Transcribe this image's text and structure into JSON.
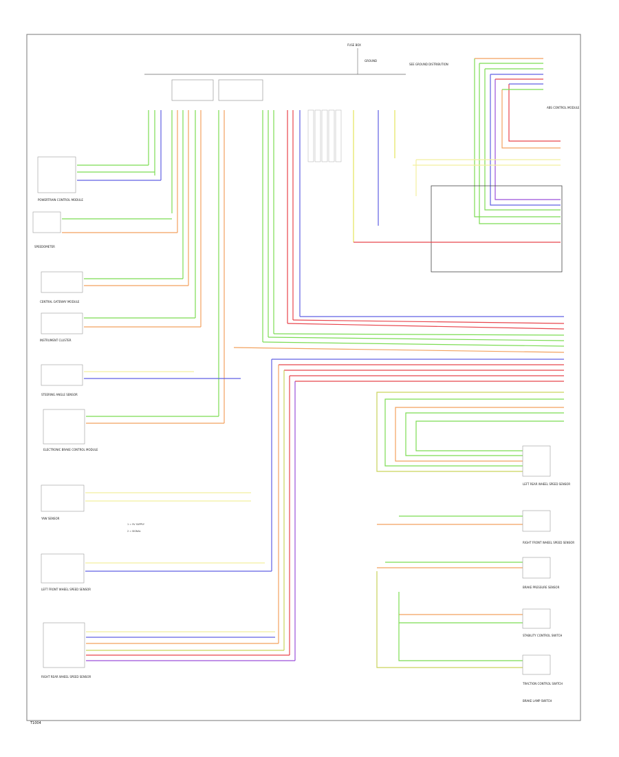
{
  "diagram": {
    "footer_label": "T1004",
    "components": [
      {
        "id": "comp-top-left",
        "label": "POWERTRAIN CONTROL MODULE"
      },
      {
        "id": "comp-2",
        "label": "SPEEDOMETER"
      },
      {
        "id": "comp-3",
        "label": "CENTRAL GATEWAY MODULE"
      },
      {
        "id": "comp-4",
        "label": "INSTRUMENT CLUSTER"
      },
      {
        "id": "comp-5",
        "label": "STEERING ANGLE SENSOR"
      },
      {
        "id": "comp-6",
        "label": "ELECTRONIC BRAKE CONTROL MODULE"
      },
      {
        "id": "comp-7",
        "label": "YAW SENSOR"
      },
      {
        "id": "comp-8",
        "label": "LEFT FRONT WHEEL SPEED SENSOR"
      },
      {
        "id": "comp-9",
        "label": "RIGHT REAR WHEEL SPEED SENSOR"
      },
      {
        "id": "comp-r1",
        "label": "ABS CONTROL MODULE"
      },
      {
        "id": "comp-r2",
        "label": "LEFT REAR WHEEL SPEED SENSOR"
      },
      {
        "id": "comp-r3",
        "label": "RIGHT FRONT WHEEL SPEED SENSOR"
      },
      {
        "id": "comp-r4",
        "label": "BRAKE PRESSURE SENSOR"
      },
      {
        "id": "comp-r5",
        "label": "STABILITY CONTROL SWITCH"
      },
      {
        "id": "comp-r6",
        "label": "TRACTION CONTROL SWITCH"
      },
      {
        "id": "comp-r7",
        "label": "BRAKE LAMP SWITCH"
      }
    ],
    "top_labels": {
      "header": "FUSE BOX",
      "ground": "GROUND",
      "note": "SEE GROUND DISTRIBUTION"
    },
    "legend": {
      "l1": "1 = 5V SUPPLY",
      "l2": "2 = SIGNAL"
    },
    "wire_colors": {
      "green": "#7bdc52",
      "orange": "#f2a15d",
      "blue": "#5f5fe3",
      "red": "#e8434b",
      "yellow": "#e4e45a",
      "pale_yellow": "#f2ef9e",
      "olive": "#c9d35a",
      "purple": "#9a4fd9",
      "gray": "#8c8c8c",
      "dark": "#444444"
    }
  }
}
